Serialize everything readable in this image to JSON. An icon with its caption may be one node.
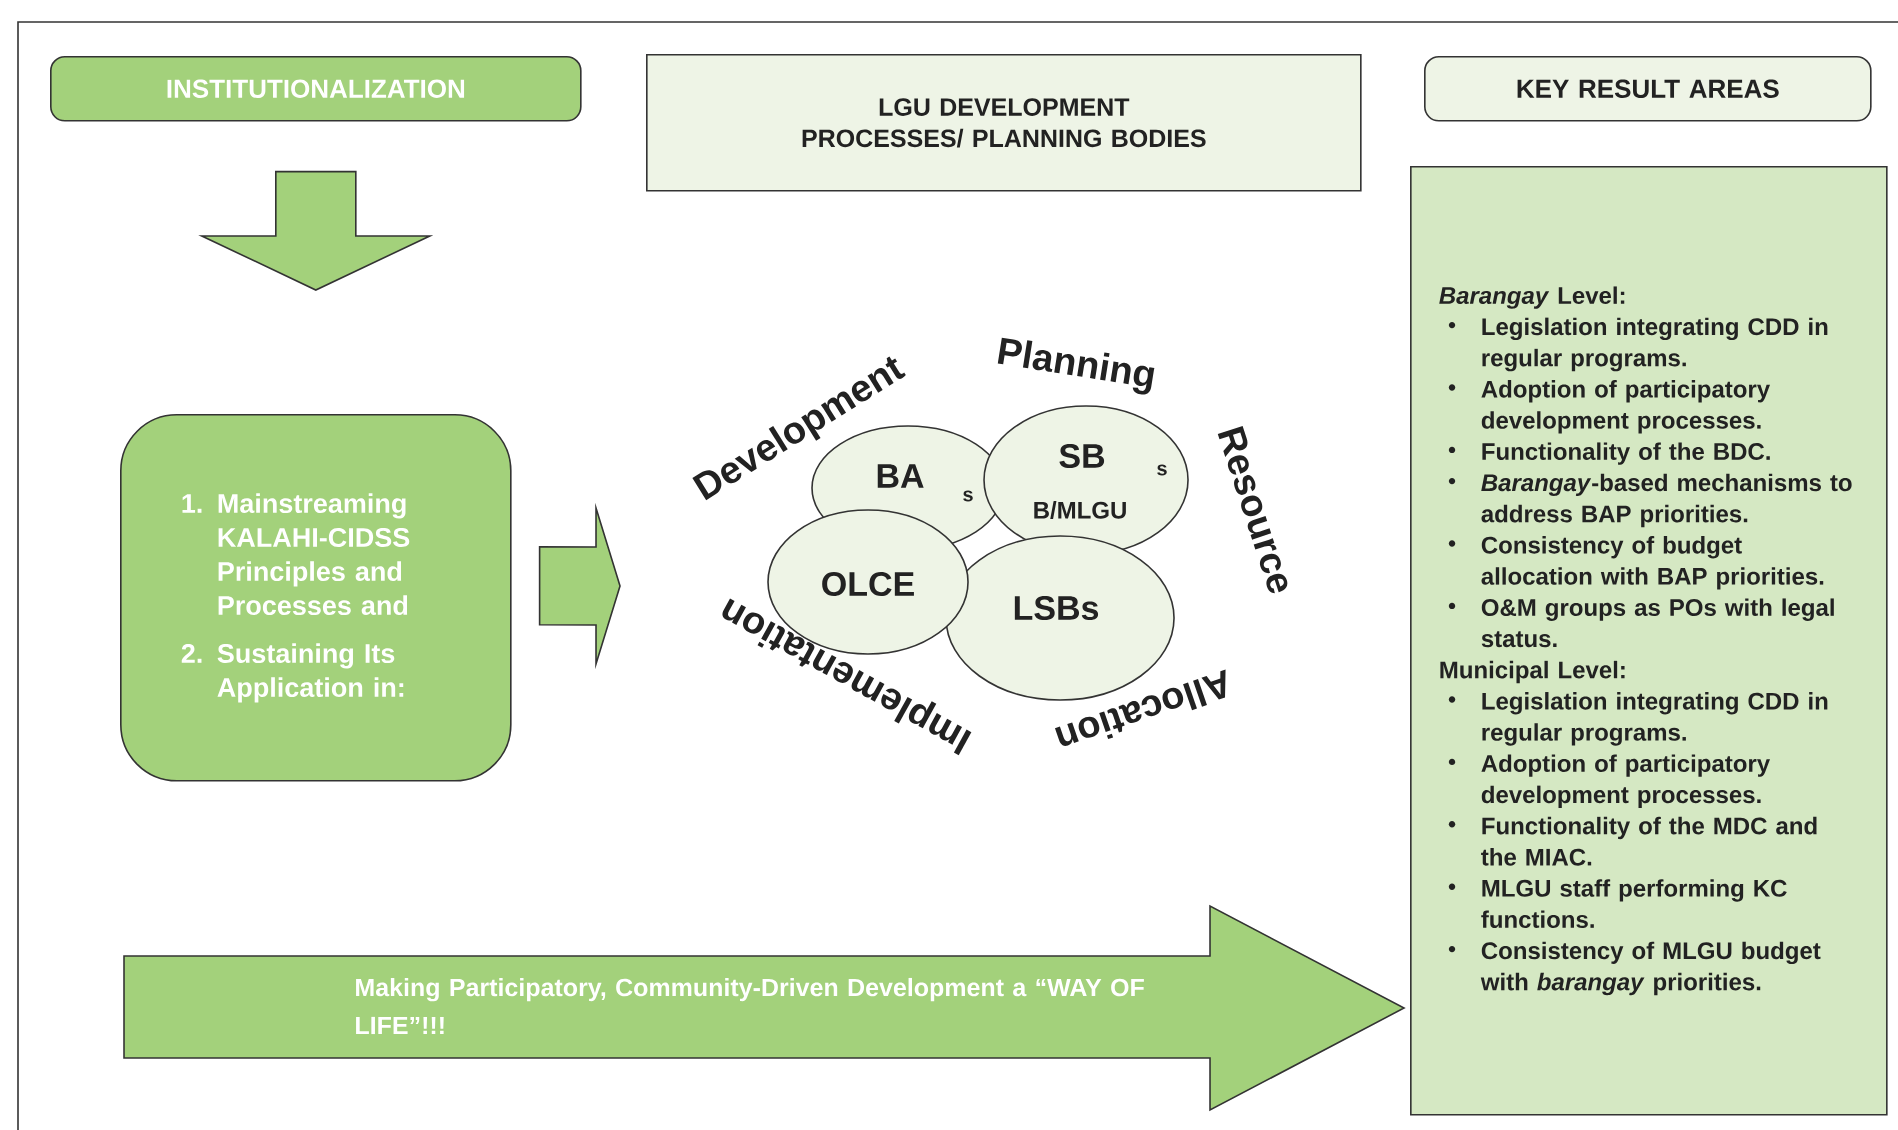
{
  "diagram": {
    "nodes": [
      {
        "text": [
          "INSTITUTIONALIZATION"
        ]
      },
      {
        "text": [
          "LGU DEVELOPMENT PROCESSES/ PLANNING BODIES"
        ]
      },
      {
        "text": [
          "KEY RESULT AREAS"
        ]
      },
      {
        "text": [
          "1. Mainstreaming KALAHI-CIDSS Principles and Processes and",
          "2. Sustaining Its Application in:"
        ]
      },
      {
        "text": [
          "BA",
          "s"
        ]
      },
      {
        "text": [
          "SB",
          "s",
          "B/MLGU"
        ]
      },
      {
        "text": [
          "OLCE"
        ]
      },
      {
        "text": [
          "LSBs"
        ]
      },
      {
        "text": [
          "*Barangay* Level:",
          "Legislation integrating CDD in regular programs.",
          "Adoption of participatory development processes.",
          "Functionality of the BDC.",
          "*Barangay*-based mechanisms to address BAP priorities.",
          "Consistency of budget allocation with BAP priorities.",
          "O&M groups as POs with legal status.",
          "Municipal Level:",
          "Legislation integrating CDD in regular programs.",
          "Adoption of participatory development processes.",
          "Functionality of the MDC and the MIAC.",
          "MLGU staff performing KC functions.",
          "Consistency of MLGU budget with *barangay* priorities."
        ]
      },
      {
        "text": [
          "Making Participatory, Community-Driven Development a  “WAY OF LIFE”!!!"
        ]
      }
    ],
    "edges": [
      {
        "from": 0,
        "to": 3,
        "arrow": "to"
      },
      {
        "from": 3,
        "to": null,
        "arrow": "to"
      }
    ],
    "labels": [
      "Development",
      "Planning",
      "Resource",
      "Allocation",
      "Implementation"
    ]
  }
}
